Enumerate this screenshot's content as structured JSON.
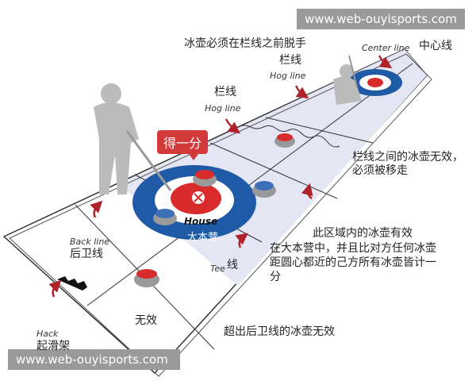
{
  "watermarks": {
    "top": "www.web-ouyisports.com",
    "bottom": "www.web-ouyisports.com"
  },
  "labels": {
    "release_before_hog": "冰壶必须在栏线之前脱手",
    "hog_line_far_cn": "栏线",
    "hog_line_far_en": "Hog line",
    "hog_line_near_cn": "栏线",
    "hog_line_near_en": "Hog line",
    "center_line_en": "Center line",
    "center_line_cn": "中心线",
    "between_hog_lines": "栏线之间的冰壶无效，必须被移走",
    "score_badge": "得一分",
    "house_en": "House",
    "house_cn": "大本营",
    "tee_en": "Tee",
    "tee_cn": "线",
    "valid_zone": "此区域内的冰壶有效",
    "scoring_rule": "在大本营中，并且比对方任何冰壶距圆心都近的己方所有冰壶皆计一分",
    "back_line_en": "Back line",
    "back_line_cn": "后卫线",
    "invalid": "无效",
    "hack_en": "Hack",
    "hack_cn": "起滑架",
    "beyond_back_line": "超出后卫线的冰壶无效"
  },
  "colors": {
    "house_blue": "#1f5aa6",
    "house_red": "#d92b2b",
    "sheet": "#e4e6f4",
    "arrow": "#b0222a",
    "watermark_bg": "#9a9a9a"
  }
}
